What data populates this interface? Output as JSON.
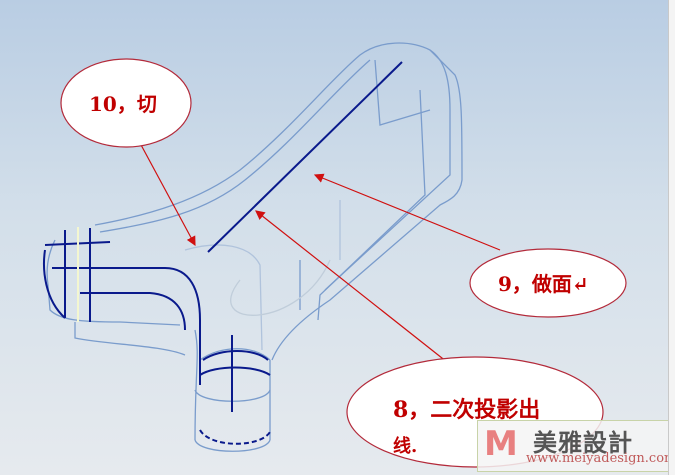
{
  "callouts": [
    {
      "id": "cut",
      "text": "10，切"
    },
    {
      "id": "make-surface",
      "text": "9，做面↵"
    },
    {
      "id": "project",
      "line1": "8，二次投影出",
      "line2": "线."
    }
  ],
  "watermark": {
    "logo": "M",
    "name": "美雅設計",
    "url": "www.meiyadesign.com"
  },
  "colors": {
    "annotation": "#c00000",
    "wire": "#6f94c8",
    "wire_dark": "#0a1a8c"
  }
}
